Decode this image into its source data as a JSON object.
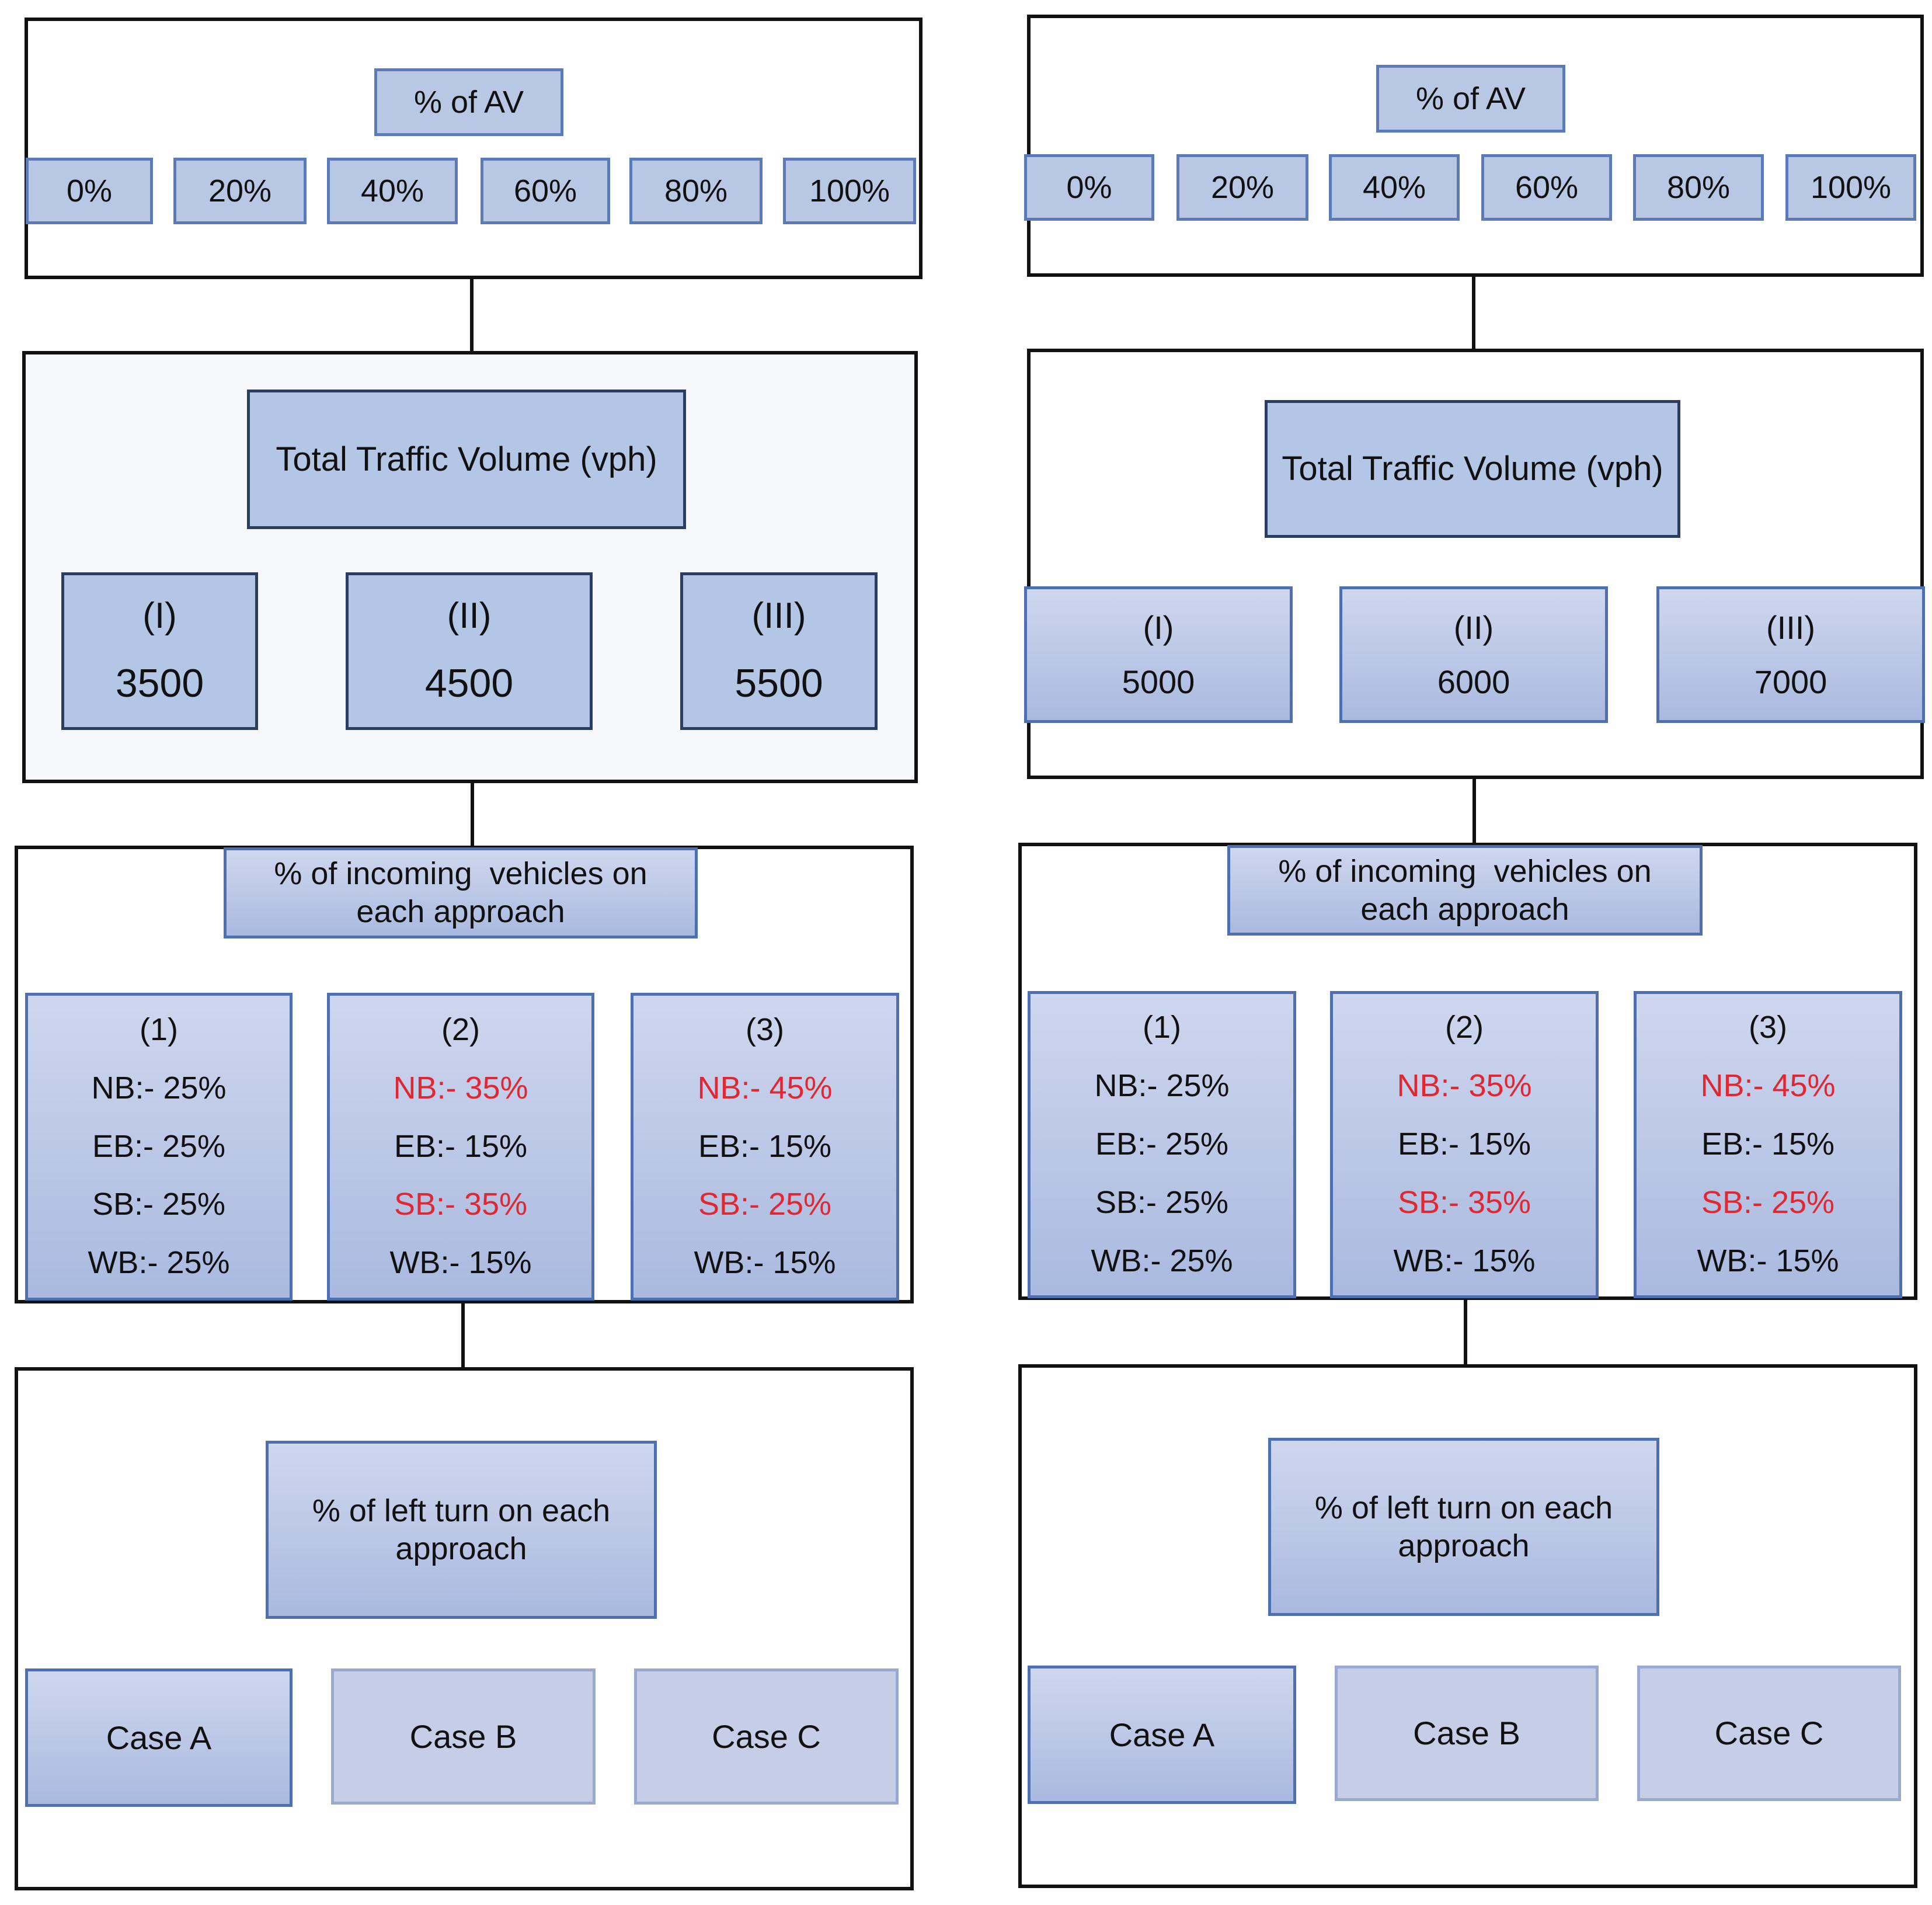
{
  "colors": {
    "panel_border": "#111111",
    "box_fill": "#b4c6e6",
    "box_border_dark": "#2b3d62",
    "box_border_light": "#5a7bb8",
    "connector": "#5b7bbf",
    "highlight_text": "#e12832"
  },
  "columns": [
    {
      "av": {
        "title": "% of AV",
        "levels": [
          "0%",
          "20%",
          "40%",
          "60%",
          "80%",
          "100%"
        ]
      },
      "volume": {
        "title": "Total Traffic Volume (vph)",
        "options": [
          {
            "roman": "(I)",
            "value": "3500"
          },
          {
            "roman": "(II)",
            "value": "4500"
          },
          {
            "roman": "(III)",
            "value": "5500"
          }
        ]
      },
      "distribution": {
        "title_line1": "% of incoming  vehicles on",
        "title_line2": "each approach",
        "scenarios": [
          {
            "label": "(1)",
            "nb": "NB:- 25%",
            "eb": "EB:- 25%",
            "sb": "SB:- 25%",
            "wb": "WB:- 25%"
          },
          {
            "label": "(2)",
            "nb": "NB:- 35%",
            "eb": "EB:- 15%",
            "sb": "SB:- 35%",
            "wb": "WB:- 15%"
          },
          {
            "label": "(3)",
            "nb": "NB:- 45%",
            "eb": "EB:- 15%",
            "sb": "SB:- 25%",
            "wb": "WB:- 15%"
          }
        ]
      },
      "left_turn": {
        "title_line1": "% of left turn on each",
        "title_line2": "approach",
        "cases": [
          "Case A",
          "Case B",
          "Case C"
        ]
      }
    },
    {
      "av": {
        "title": "% of AV",
        "levels": [
          "0%",
          "20%",
          "40%",
          "60%",
          "80%",
          "100%"
        ]
      },
      "volume": {
        "title": "Total Traffic Volume (vph)",
        "options": [
          {
            "roman": "(I)",
            "value": "5000"
          },
          {
            "roman": "(II)",
            "value": "6000"
          },
          {
            "roman": "(III)",
            "value": "7000"
          }
        ]
      },
      "distribution": {
        "title_line1": "% of incoming  vehicles on",
        "title_line2": "each approach",
        "scenarios": [
          {
            "label": "(1)",
            "nb": "NB:- 25%",
            "eb": "EB:- 25%",
            "sb": "SB:- 25%",
            "wb": "WB:- 25%"
          },
          {
            "label": "(2)",
            "nb": "NB:- 35%",
            "eb": "EB:- 15%",
            "sb": "SB:- 35%",
            "wb": "WB:- 15%"
          },
          {
            "label": "(3)",
            "nb": "NB:- 45%",
            "eb": "EB:- 15%",
            "sb": "SB:- 25%",
            "wb": "WB:- 15%"
          }
        ]
      },
      "left_turn": {
        "title_line1": "% of left turn on each",
        "title_line2": "approach",
        "cases": [
          "Case A",
          "Case B",
          "Case C"
        ]
      }
    }
  ]
}
